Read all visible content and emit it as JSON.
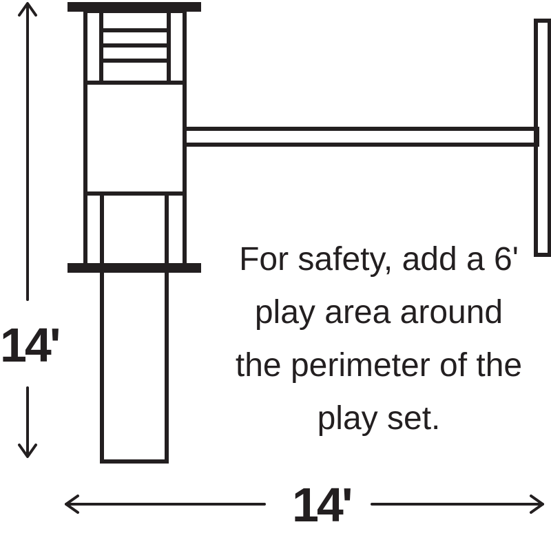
{
  "dimensions": {
    "height_label": "14'",
    "width_label": "14'"
  },
  "note": "For safety, add a 6' play area around the perimeter of the play set.",
  "colors": {
    "line": "#231f20",
    "background": "#ffffff"
  }
}
